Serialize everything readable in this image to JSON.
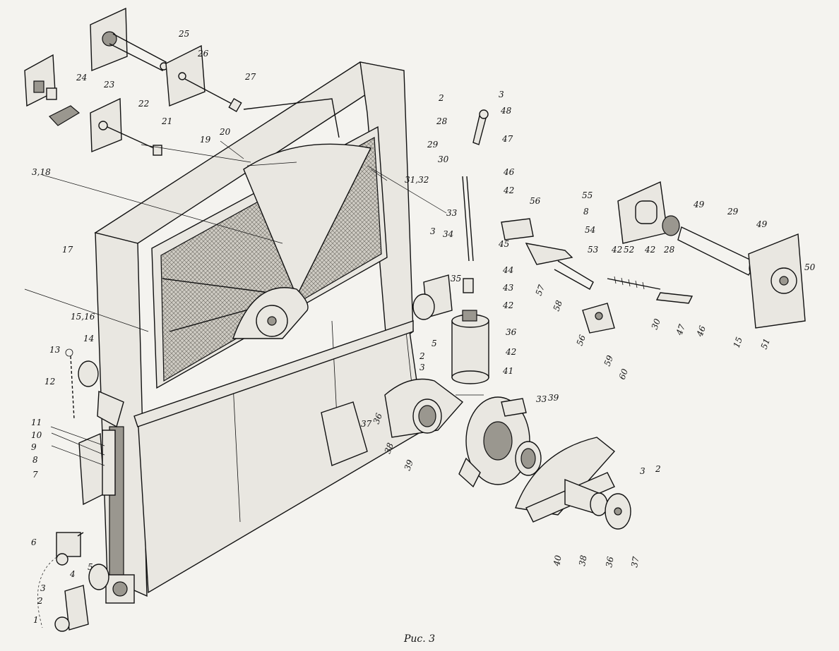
{
  "caption": "Рис. 3",
  "labels": [
    "1",
    "2",
    "3",
    "4",
    "5",
    "6",
    "7",
    "8",
    "9",
    "10",
    "11",
    "12",
    "13",
    "14",
    "15,16",
    "17",
    "3,18",
    "19",
    "20",
    "21",
    "22",
    "23",
    "24",
    "25",
    "26",
    "27",
    "2",
    "3",
    "28",
    "48",
    "29",
    "47",
    "30",
    "46",
    "31,32",
    "42",
    "33",
    "45",
    "3",
    "34",
    "44",
    "43",
    "42",
    "35",
    "5",
    "36",
    "42",
    "41",
    "2",
    "3",
    "37",
    "36",
    "38",
    "39",
    "33",
    "39",
    "40",
    "38",
    "36",
    "37",
    "3",
    "2",
    "56",
    "55",
    "8",
    "54",
    "53",
    "57",
    "58",
    "42",
    "52",
    "42",
    "28",
    "30",
    "47",
    "46",
    "56",
    "59",
    "60",
    "49",
    "29",
    "49",
    "50",
    "15",
    "51"
  ]
}
